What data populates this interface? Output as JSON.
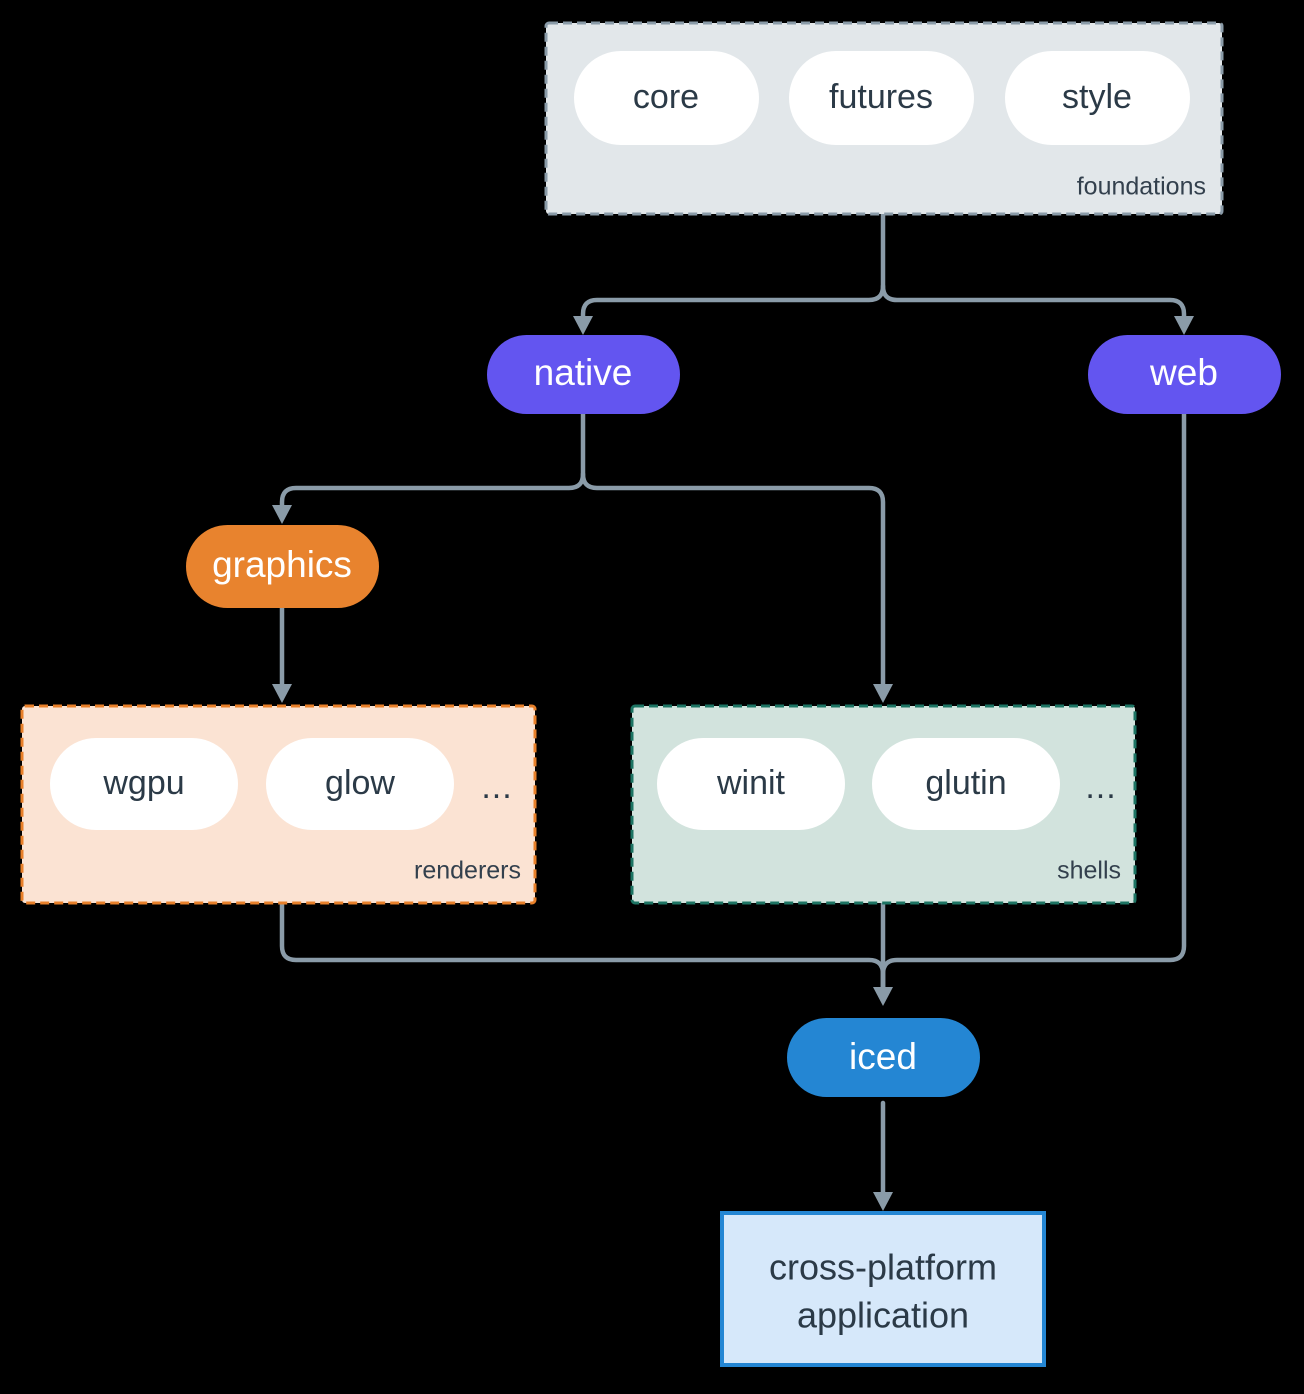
{
  "diagram": {
    "type": "architecture-flow",
    "background": "#000000",
    "edge_color": "#8a9ba8",
    "groups": [
      {
        "id": "foundations",
        "label": "foundations",
        "fill": "#e2e7ea",
        "border": "#8a9ba8",
        "border_style": "dashed",
        "label_color": "#33404d",
        "members": [
          "core",
          "futures",
          "style"
        ],
        "member_fill": "#ffffff",
        "member_text_color": "#2b3a47"
      },
      {
        "id": "renderers",
        "label": "renderers",
        "fill": "#fbe3d3",
        "border": "#e8802a",
        "border_style": "dashed",
        "label_color": "#33404d",
        "members": [
          "wgpu",
          "glow"
        ],
        "ellipsis": "...",
        "member_fill": "#ffffff",
        "member_text_color": "#2b3a47"
      },
      {
        "id": "shells",
        "label": "shells",
        "fill": "#d2e3dd",
        "border": "#1d7463",
        "border_style": "dashed",
        "label_color": "#33404d",
        "members": [
          "winit",
          "glutin"
        ],
        "ellipsis": "...",
        "member_fill": "#ffffff",
        "member_text_color": "#2b3a47"
      }
    ],
    "nodes": [
      {
        "id": "native",
        "label": "native",
        "fill": "#6355f0",
        "text_color": "#ffffff",
        "shape": "stadium"
      },
      {
        "id": "web",
        "label": "web",
        "fill": "#6355f0",
        "text_color": "#ffffff",
        "shape": "stadium"
      },
      {
        "id": "graphics",
        "label": "graphics",
        "fill": "#e8832e",
        "text_color": "#ffffff",
        "shape": "stadium"
      },
      {
        "id": "iced",
        "label": "iced",
        "fill": "#2486d3",
        "text_color": "#ffffff",
        "shape": "stadium"
      },
      {
        "id": "application",
        "label_line1": "cross-platform",
        "label_line2": "application",
        "fill": "#d6e8fa",
        "border": "#2486d3",
        "text_color": "#2b3a47",
        "shape": "rectangle"
      }
    ],
    "edges": [
      {
        "from": "foundations",
        "to": "native",
        "arrow": true
      },
      {
        "from": "foundations",
        "to": "web",
        "arrow": true
      },
      {
        "from": "native",
        "to": "graphics",
        "arrow": true
      },
      {
        "from": "native",
        "to": "shells",
        "arrow": true
      },
      {
        "from": "graphics",
        "to": "renderers",
        "arrow": true
      },
      {
        "from": "renderers",
        "to": "iced",
        "arrow": true
      },
      {
        "from": "shells",
        "to": "iced",
        "arrow": true
      },
      {
        "from": "web",
        "to": "iced",
        "arrow": true
      },
      {
        "from": "iced",
        "to": "application",
        "arrow": true
      }
    ]
  }
}
